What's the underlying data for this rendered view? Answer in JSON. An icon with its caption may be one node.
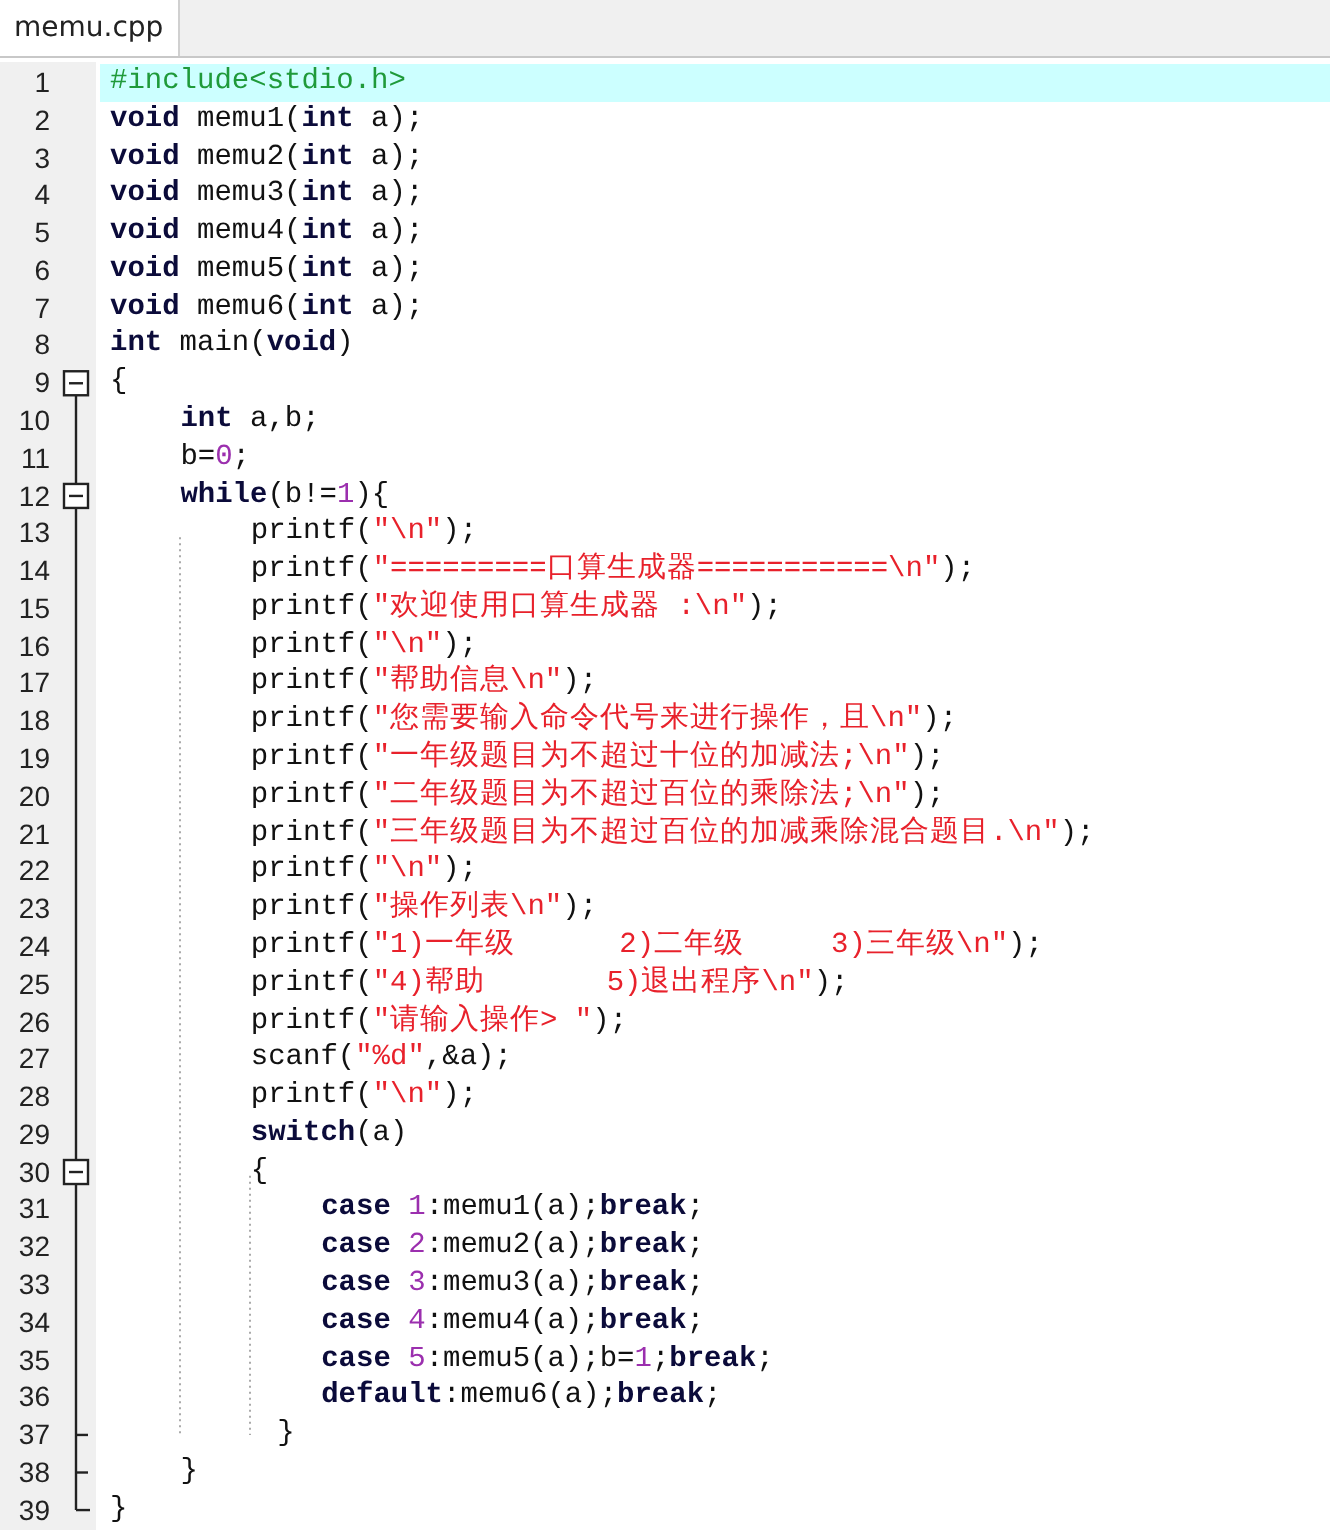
{
  "diagram": {
    "labels": [
      "memu.cpp",
      "1",
      "#include<stdio.h>",
      "2",
      "**void** memu1(**int** a);",
      "3",
      "**void** memu2(**int** a);",
      "4",
      "**void** memu3(**int** a);",
      "5",
      "**void** memu4(**int** a);",
      "6",
      "**void** memu5(**int** a);",
      "7",
      "**void** memu6(**int** a);",
      "8",
      "**int** main(**void**)",
      "9",
      "{",
      "10",
      "**int** a,b;",
      "11",
      "b=0;",
      "12",
      "**while**(b!=1){",
      "13",
      "printf(\"\\n\");",
      "14",
      "printf(\"=========口算生成器===========\\n\");",
      "15",
      "printf(\"欢迎使用口算生成器 :\\n\");",
      "16",
      "printf(\"\\n\");",
      "17",
      "printf(\"帮助信息\\n\");",
      "18",
      "printf(\"您需要输入命令代号来进行操作，且\\n\");",
      "19",
      "printf(\"一年级题目为不超过十位的加减法;\\n\");",
      "20",
      "printf(\"二年级题目为不超过百位的乘除法;\\n\");",
      "21",
      "printf(\"三年级题目为不超过百位的加减乘除混合题目.\\n\");",
      "22",
      "printf(\"\\n\");",
      "23",
      "printf(\"操作列表\\n\");",
      "24",
      "printf(\"1)一年级      2)二年级     3)三年级\\n\");",
      "25",
      "printf(\"4)帮助       5)退出程序\\n\");",
      "26",
      "printf(\"请输入操作> \");",
      "27",
      "scanf(\"%d\",&a);",
      "28",
      "printf(\"\\n\");",
      "29",
      "**switch**(a)",
      "30",
      "{",
      "31",
      "**case** 1:memu1(a);**break**;",
      "32",
      "**case** 2:memu2(a);**break**;",
      "33",
      "**case** 3:memu3(a);**break**;",
      "34",
      "**case** 4:memu4(a);**break**;",
      "35",
      "**case** 5:memu5(a);b=1;**break**;",
      "36",
      "**default**:memu6(a);**break**;",
      "37",
      "}",
      "38",
      "}",
      "39",
      "}"
    ]
  }
}
